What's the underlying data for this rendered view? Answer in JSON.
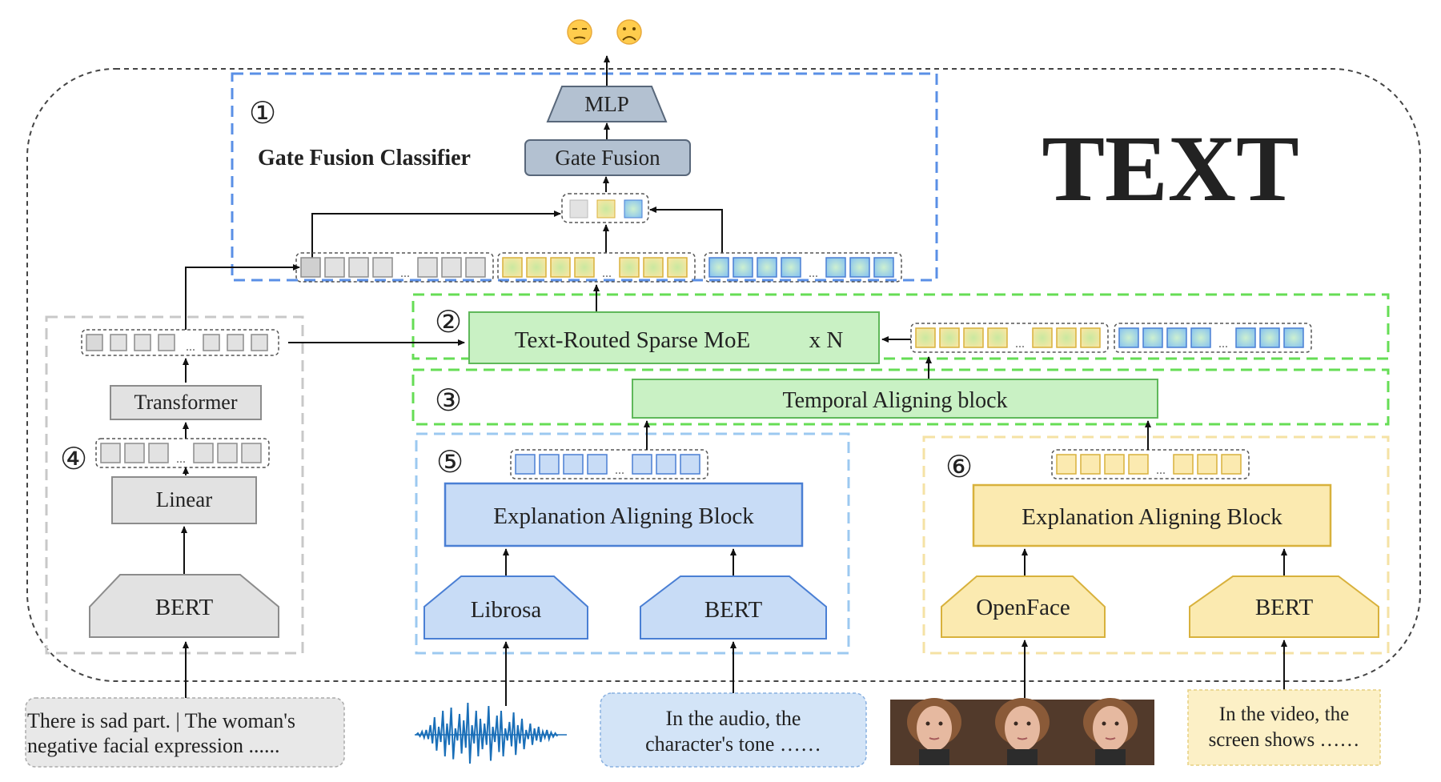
{
  "outputs": {
    "emoji_1": "😒",
    "emoji_2": "☹"
  },
  "big_text": "TEXT",
  "section_numbers": {
    "s1": "①",
    "s2": "②",
    "s3": "③",
    "s4": "④",
    "s5": "⑤",
    "s6": "⑥"
  },
  "gate": {
    "title": "Gate Fusion  Classifier",
    "mlp": "MLP",
    "gate_fusion": "Gate Fusion"
  },
  "moe": {
    "label": "Text-Routed Sparse MoE",
    "repeat": "x N"
  },
  "temporal": {
    "label": "Temporal Aligning block"
  },
  "text_branch": {
    "transformer": "Transformer",
    "linear": "Linear",
    "bert": "BERT"
  },
  "audio_branch": {
    "block": "Explanation Aligning Block",
    "librosa": "Librosa",
    "bert": "BERT"
  },
  "video_branch": {
    "block": "Explanation Aligning Block",
    "openface": "OpenFace",
    "bert": "BERT"
  },
  "inputs": {
    "text_line1": "There is sad part. | The woman's",
    "text_line2": "negative facial expression ......",
    "audio_desc_line1": "In the audio, the",
    "audio_desc_line2": "character's tone ……",
    "video_desc_line1": "In the video, the",
    "video_desc_line2": "screen shows ……"
  },
  "ellipsis": "...",
  "colors": {
    "gray_fill": "#e2e2e2",
    "gray_stroke": "#8c8c8c",
    "blue_fill": "#c8dcf6",
    "blue_stroke": "#4a7fd4",
    "yellow_fill": "#fbeab0",
    "yellow_stroke": "#d8b13c",
    "green_fill": "#c9f1c4",
    "green_stroke": "#5fb85a",
    "slate_fill": "#b3c1d1",
    "slate_stroke": "#58677a",
    "dash_blue": "#5a8fe6",
    "dash_green": "#66dd55",
    "dash_gray": "#c8c8c8",
    "dash_light_blue": "#9cc9f0",
    "dash_light_yellow": "#f5e2a4"
  }
}
